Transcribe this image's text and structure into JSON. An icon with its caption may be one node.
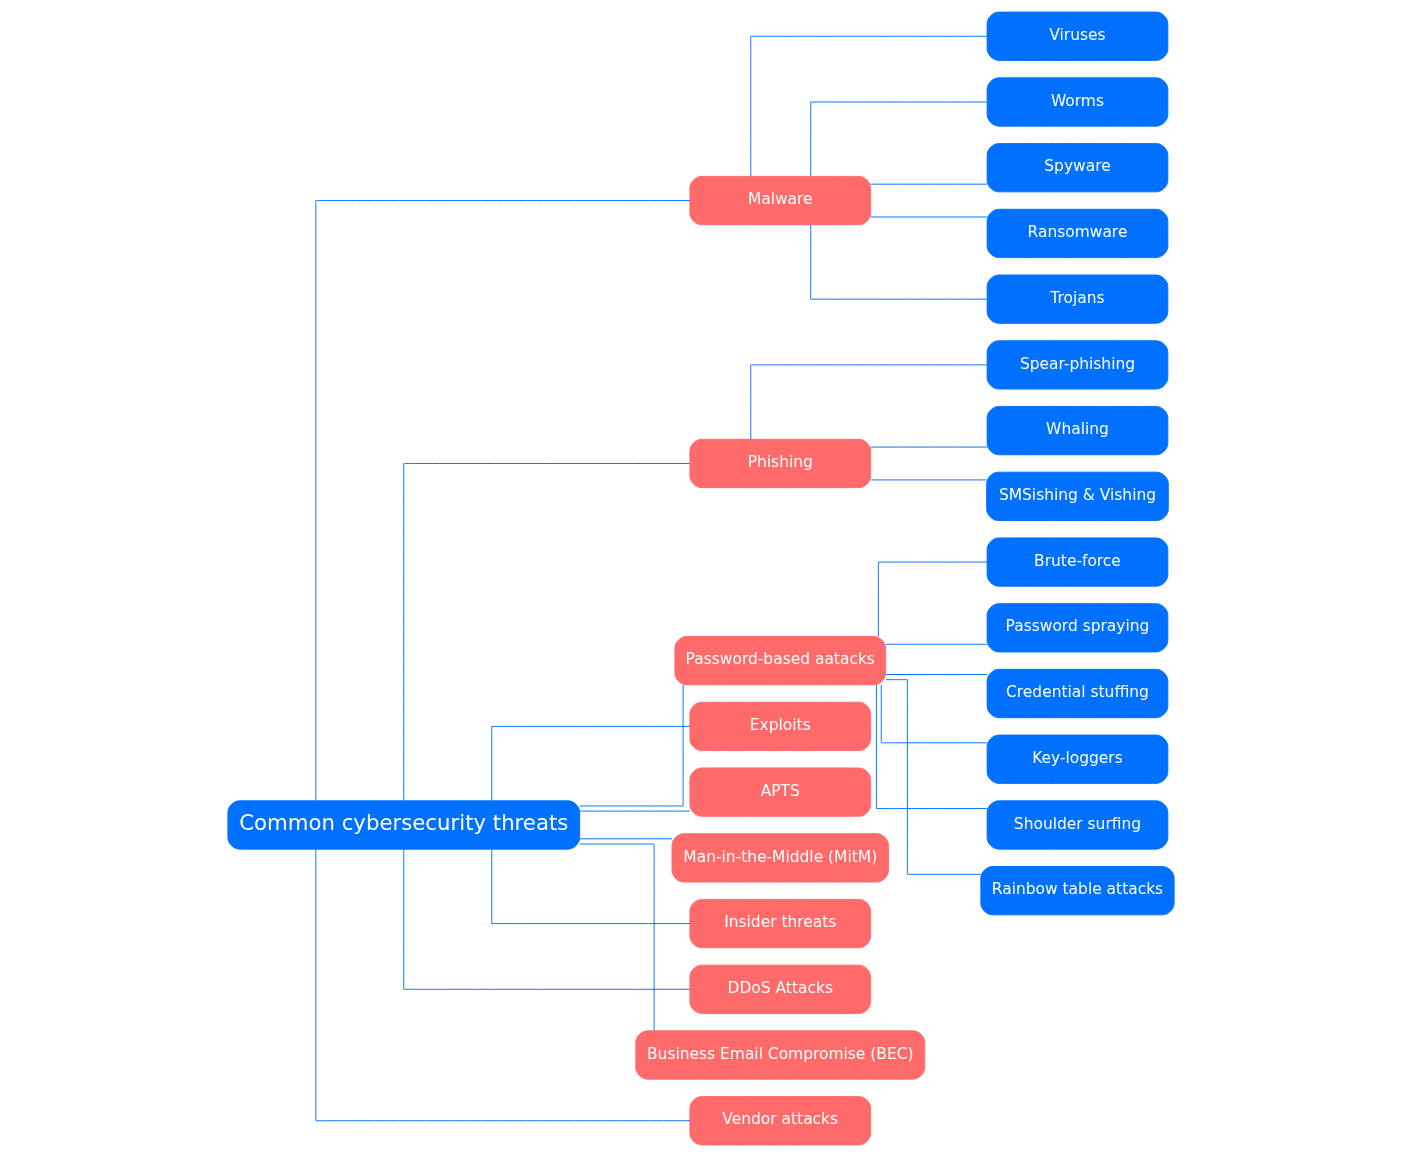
{
  "diagram": {
    "nodes": [
      {
        "text": [
          "Common cybersecurity threats"
        ]
      },
      {
        "text": [
          "Malware"
        ]
      },
      {
        "text": [
          "Viruses"
        ]
      },
      {
        "text": [
          "Worms"
        ]
      },
      {
        "text": [
          "Spyware"
        ]
      },
      {
        "text": [
          "Ransomware"
        ]
      },
      {
        "text": [
          "Trojans"
        ]
      },
      {
        "text": [
          "Phishing"
        ]
      },
      {
        "text": [
          "Spear-phishing"
        ]
      },
      {
        "text": [
          "Whaling"
        ]
      },
      {
        "text": [
          "SMSishing & Vishing"
        ]
      },
      {
        "text": [
          "Password-based aatacks"
        ]
      },
      {
        "text": [
          "Brute-force"
        ]
      },
      {
        "text": [
          "Password spraying"
        ]
      },
      {
        "text": [
          "Credential stuffing"
        ]
      },
      {
        "text": [
          "Key-loggers"
        ]
      },
      {
        "text": [
          "Shoulder surfing"
        ]
      },
      {
        "text": [
          "Rainbow table attacks"
        ]
      },
      {
        "text": [
          "Exploits"
        ]
      },
      {
        "text": [
          "APTS"
        ]
      },
      {
        "text": [
          "Man-in-the-Middle (MitM)"
        ]
      },
      {
        "text": [
          "Insider threats"
        ]
      },
      {
        "text": [
          "DDoS Attacks"
        ]
      },
      {
        "text": [
          "Business Email Compromise (BEC)"
        ]
      },
      {
        "text": [
          "Vendor attacks"
        ]
      }
    ],
    "edges": [
      {
        "from": 0,
        "to": 1,
        "arrow": "none"
      },
      {
        "from": 0,
        "to": 7,
        "arrow": "none"
      },
      {
        "from": 0,
        "to": 11,
        "arrow": "none"
      },
      {
        "from": 0,
        "to": 18,
        "arrow": "none"
      },
      {
        "from": 0,
        "to": 19,
        "arrow": "none"
      },
      {
        "from": 0,
        "to": 20,
        "arrow": "none"
      },
      {
        "from": 0,
        "to": 21,
        "arrow": "none"
      },
      {
        "from": 0,
        "to": 22,
        "arrow": "none"
      },
      {
        "from": 0,
        "to": 23,
        "arrow": "none"
      },
      {
        "from": 0,
        "to": 24,
        "arrow": "none"
      },
      {
        "from": 1,
        "to": 2,
        "arrow": "none"
      },
      {
        "from": 1,
        "to": 3,
        "arrow": "none"
      },
      {
        "from": 1,
        "to": 4,
        "arrow": "none"
      },
      {
        "from": 1,
        "to": 5,
        "arrow": "none"
      },
      {
        "from": 1,
        "to": 6,
        "arrow": "none"
      },
      {
        "from": 7,
        "to": 8,
        "arrow": "none"
      },
      {
        "from": 7,
        "to": 9,
        "arrow": "none"
      },
      {
        "from": 7,
        "to": 10,
        "arrow": "none"
      },
      {
        "from": 11,
        "to": 12,
        "arrow": "none"
      },
      {
        "from": 11,
        "to": 13,
        "arrow": "none"
      },
      {
        "from": 11,
        "to": 14,
        "arrow": "none"
      },
      {
        "from": 11,
        "to": 15,
        "arrow": "none"
      },
      {
        "from": 11,
        "to": 16,
        "arrow": "none"
      },
      {
        "from": 11,
        "to": 17,
        "arrow": "none"
      }
    ]
  }
}
